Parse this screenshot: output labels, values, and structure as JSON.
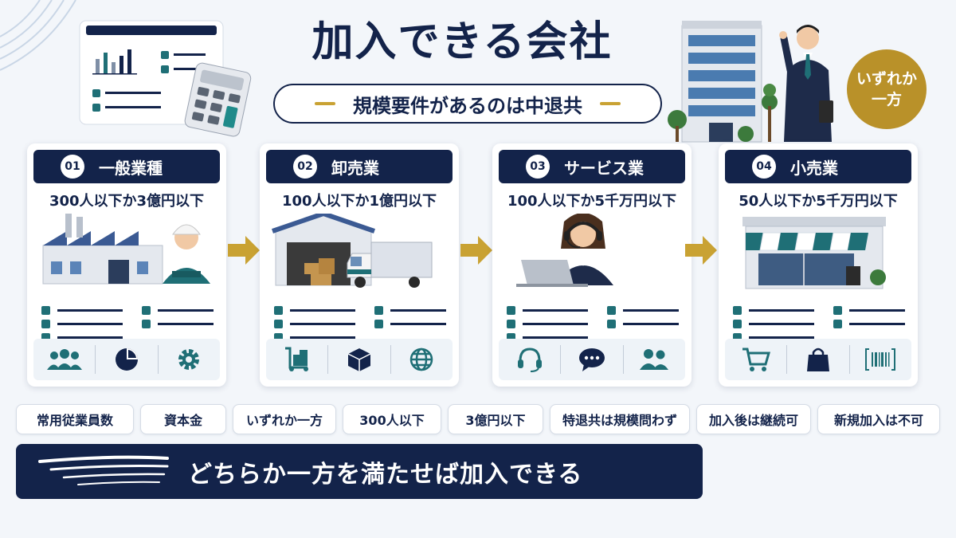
{
  "title": "加入できる会社",
  "subtitle": "規模要件があるのは中退共",
  "badge": {
    "line1": "いずれか",
    "line2": "一方"
  },
  "cards": [
    {
      "num": "01",
      "name": "一般業種",
      "condition": "300人以下か3億円以下",
      "icons": [
        "people-icon",
        "pie-chart-icon",
        "gear-icon"
      ]
    },
    {
      "num": "02",
      "name": "卸売業",
      "condition": "100人以下か1億円以下",
      "icons": [
        "hand-truck-icon",
        "box-icon",
        "globe-icon"
      ]
    },
    {
      "num": "03",
      "name": "サービス業",
      "condition": "100人以下か5千万円以下",
      "icons": [
        "headset-icon",
        "chat-icon",
        "people-icon"
      ]
    },
    {
      "num": "04",
      "name": "小売業",
      "condition": "50人以下か5千万円以下",
      "icons": [
        "cart-icon",
        "shopping-bag-icon",
        "barcode-icon"
      ]
    }
  ],
  "tags": [
    "常用従業員数",
    "資本金",
    "いずれか一方",
    "300人以下",
    "3億円以下",
    "特退共は規模問わず",
    "加入後は継続可",
    "新規加入は不可"
  ],
  "banner": "どちらか一方を満たせば加入できる",
  "colors": {
    "navy": "#13234a",
    "gold": "#b99129",
    "teal": "#1f6f76",
    "background": "#f3f6fa"
  }
}
